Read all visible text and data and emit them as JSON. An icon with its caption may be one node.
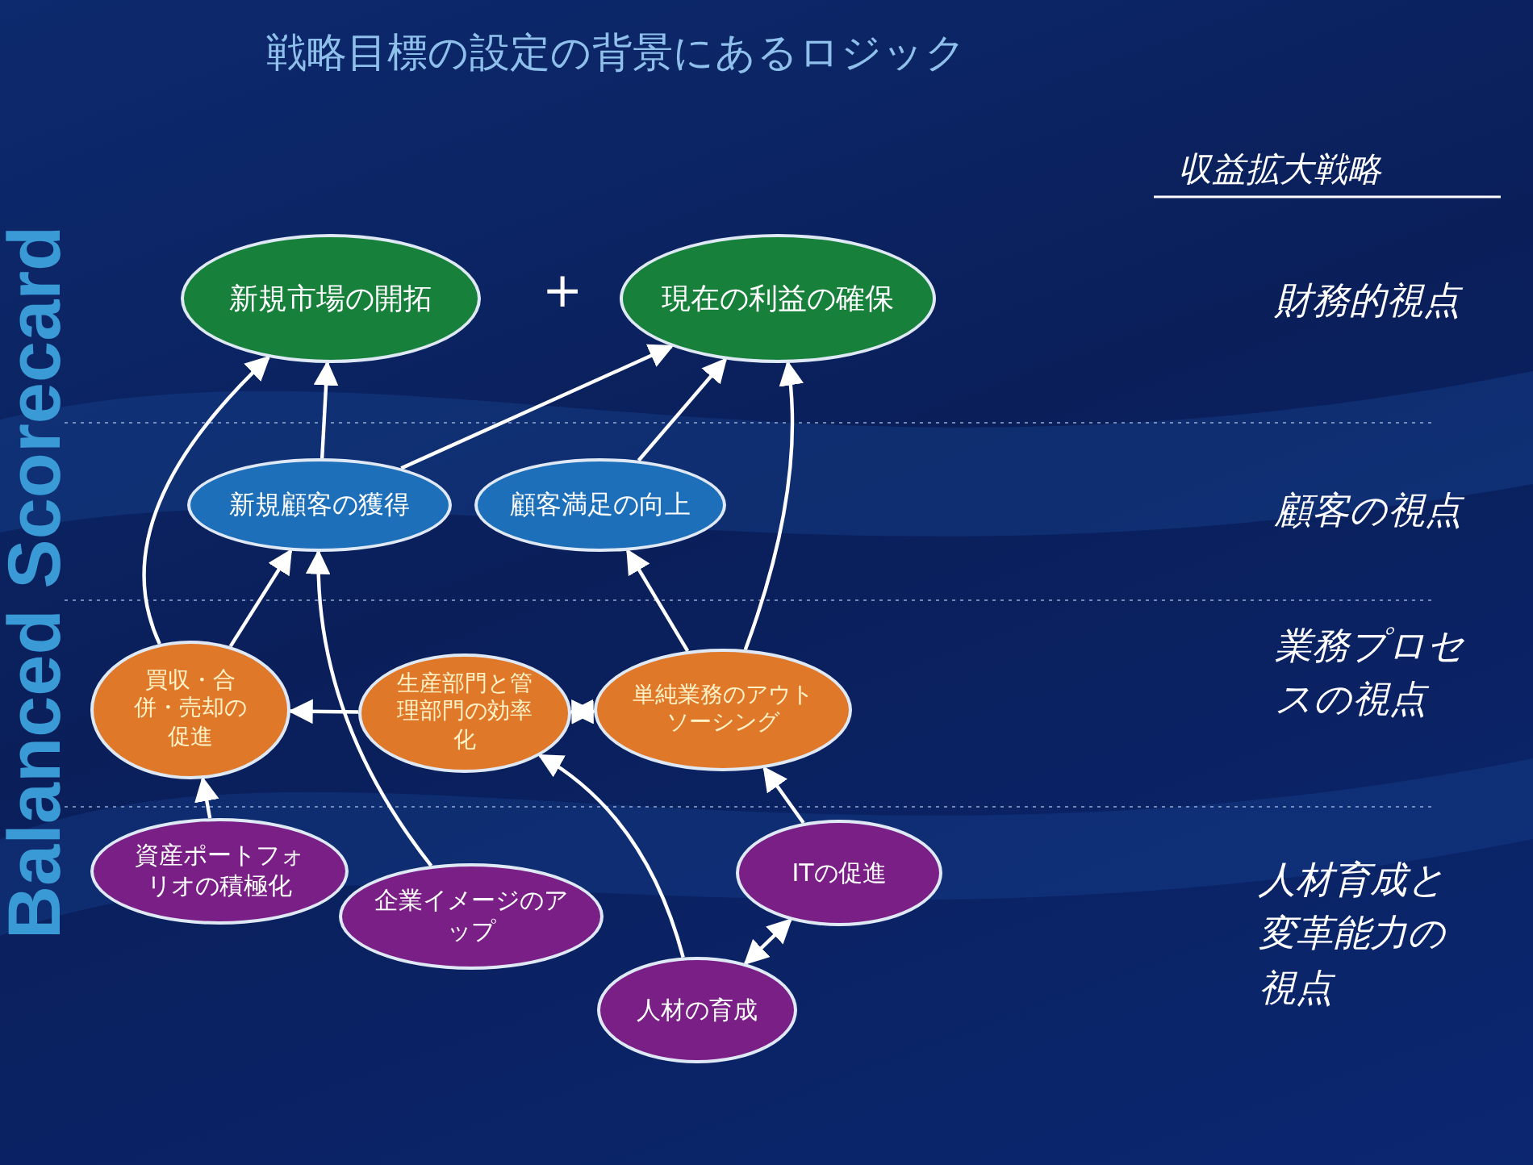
{
  "diagram": {
    "title": "戦略目標の設定の背景にあるロジック",
    "nodes": [
      {
        "text": [
          "新規市場の開拓"
        ]
      },
      {
        "text": [
          "現在の利益の確保"
        ]
      },
      {
        "text": [
          "新規顧客の獲得"
        ]
      },
      {
        "text": [
          "顧客満足の向上"
        ]
      },
      {
        "text": [
          "買収・合併・売却の促進"
        ]
      },
      {
        "text": [
          "生産部門と管理部門の効率化"
        ]
      },
      {
        "text": [
          "単純業務のアウトソーシング"
        ]
      },
      {
        "text": [
          "資産ポートフォリオの積極化"
        ]
      },
      {
        "text": [
          "企業イメージのアップ"
        ]
      },
      {
        "text": [
          "ITの促進"
        ]
      },
      {
        "text": [
          "人材の育成"
        ]
      }
    ],
    "edges": [
      {
        "from": 4,
        "to": 0,
        "arrow": "to"
      },
      {
        "from": 2,
        "to": 0,
        "arrow": "to"
      },
      {
        "from": 2,
        "to": 1,
        "arrow": "to"
      },
      {
        "from": 3,
        "to": 1,
        "arrow": "to"
      },
      {
        "from": 6,
        "to": 1,
        "arrow": "to"
      },
      {
        "from": 4,
        "to": 2,
        "arrow": "to"
      },
      {
        "from": 8,
        "to": 2,
        "arrow": "to"
      },
      {
        "from": 6,
        "to": 3,
        "arrow": "to"
      },
      {
        "from": 5,
        "to": 4,
        "arrow": "to"
      },
      {
        "from": 5,
        "to": 6,
        "arrow": "both"
      },
      {
        "from": 7,
        "to": 4,
        "arrow": "to"
      },
      {
        "from": 10,
        "to": 5,
        "arrow": "to"
      },
      {
        "from": 9,
        "to": 6,
        "arrow": "to"
      },
      {
        "from": 10,
        "to": 9,
        "arrow": "both"
      }
    ],
    "labels": [
      "Balanced Scorecard",
      "+",
      "収益拡大戦略",
      "財務的視点",
      "顧客の視点",
      "業務プロセスの視点",
      "人材育成と変革能力の視点"
    ]
  }
}
